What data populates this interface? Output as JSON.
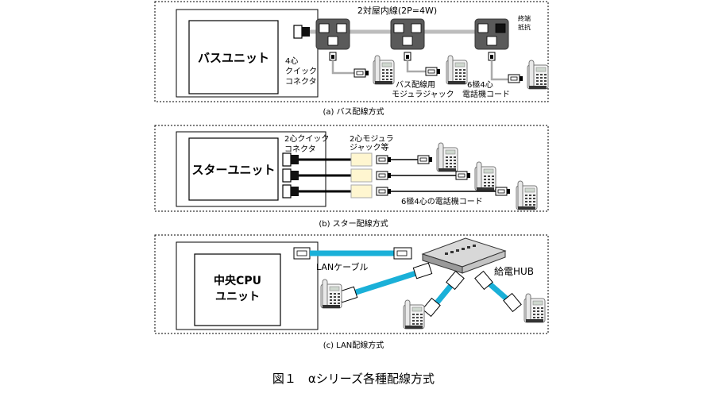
{
  "panel_a": {
    "unit": "バスユニット",
    "connector": [
      "4心",
      "クイック",
      "コネクタ"
    ],
    "house_wire": "2対屋内線(2P=4W)",
    "terminator": [
      "終端",
      "抵抗"
    ],
    "modular_jack": [
      "バス配線用",
      "モジュラジャック"
    ],
    "phone_cord": [
      "6極4心",
      "電話機コード"
    ],
    "caption": "(a)  バス配線方式"
  },
  "panel_b": {
    "unit": "スターユニット",
    "connector": [
      "2心クイック",
      "コネクタ"
    ],
    "modular_jack": [
      "2心モジュラ",
      "ジャック等"
    ],
    "phone_cord": "6極4心の電話機コード",
    "caption": "(b)  スター配線方式"
  },
  "panel_c": {
    "unit": [
      "中央CPU",
      "ユニット"
    ],
    "lan_cable": "LANケーブル",
    "hub": "給電HUB",
    "caption": "(c)  LAN配線方式"
  },
  "figure_caption": "図１　αシリーズ各種配線方式",
  "colors": {
    "lan_cable": "#1ab0d8",
    "jack_fill": "#fff6d0",
    "box_gray": "#555555"
  }
}
